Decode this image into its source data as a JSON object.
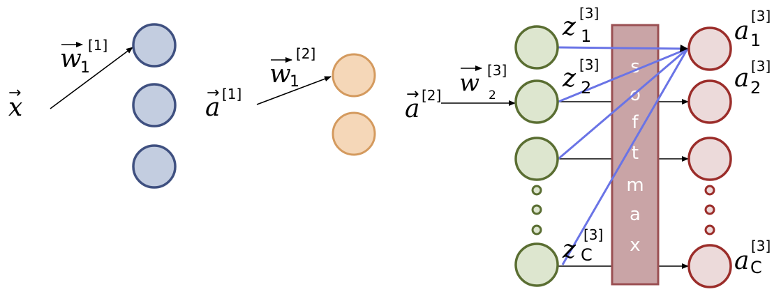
{
  "colors": {
    "layer1_fill": "#c3cde0",
    "layer1_stroke": "#3f5080",
    "layer2_fill": "#f5d7b8",
    "layer2_stroke": "#d49a5e",
    "layer3_fill": "#dde6cf",
    "layer3_stroke": "#5a6e32",
    "output_fill": "#ecdada",
    "output_stroke": "#9b2d2a",
    "softmax_fill": "#c9a4a6",
    "softmax_stroke": "#9a4f52",
    "connection_blue": "#6a74e6",
    "arrow": "#000000"
  },
  "labels": {
    "x": "x",
    "x_vec": "→",
    "w1": "w",
    "w1_sub": "1",
    "w1_sup": "[1]",
    "a1": "a",
    "a1_sup": "[1]",
    "w2": "w",
    "w2_sub": "1",
    "w2_sup": "[2]",
    "a2": "a",
    "a2_sup": "[2]",
    "w3": "w",
    "w3_sub": "2",
    "w3_sup": "[3]",
    "z1": "z",
    "z1_sub": "1",
    "z1_sup": "[3]",
    "z2": "z",
    "z2_sub": "2",
    "z2_sup": "[3]",
    "zc": "z",
    "zc_sub": "C",
    "zc_sup": "[3]",
    "out1": "a",
    "out1_sub": "1",
    "out1_sup": "[3]",
    "out2": "a",
    "out2_sub": "2",
    "out2_sup": "[3]",
    "outc": "a",
    "outc_sub": "C",
    "outc_sup": "[3]"
  },
  "softmax_letters": [
    "s",
    "o",
    "f",
    "t",
    "m",
    "a",
    "x"
  ]
}
